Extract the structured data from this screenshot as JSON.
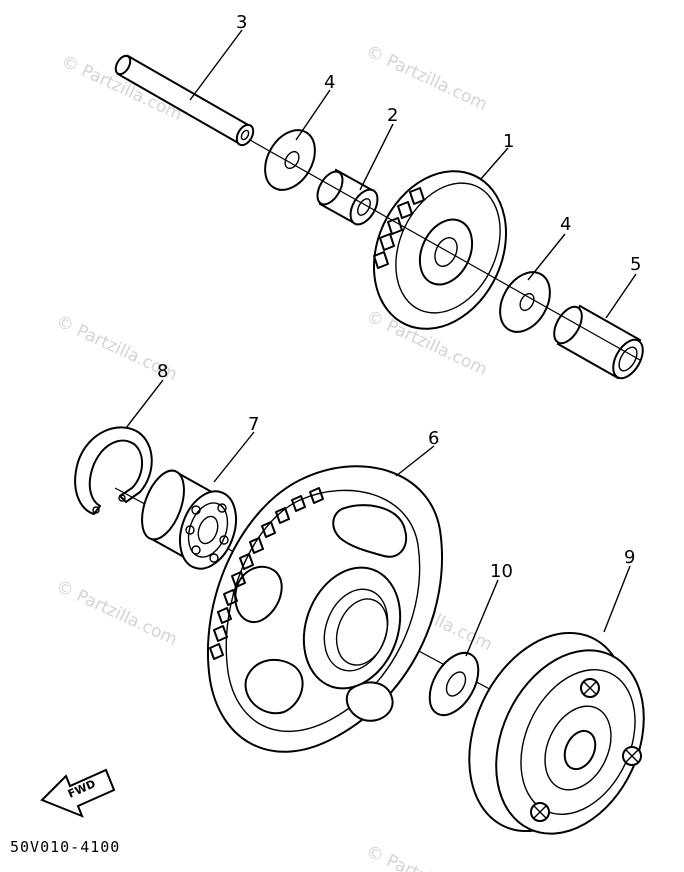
{
  "callouts": {
    "n1": "1",
    "n2": "2",
    "n3": "3",
    "n4a": "4",
    "n4b": "4",
    "n5": "5",
    "n6": "6",
    "n7": "7",
    "n8": "8",
    "n9": "9",
    "n10": "10"
  },
  "fwd_label": "FWD",
  "diagram_code": "50V010-4100",
  "watermark": "© Partzilla.com"
}
